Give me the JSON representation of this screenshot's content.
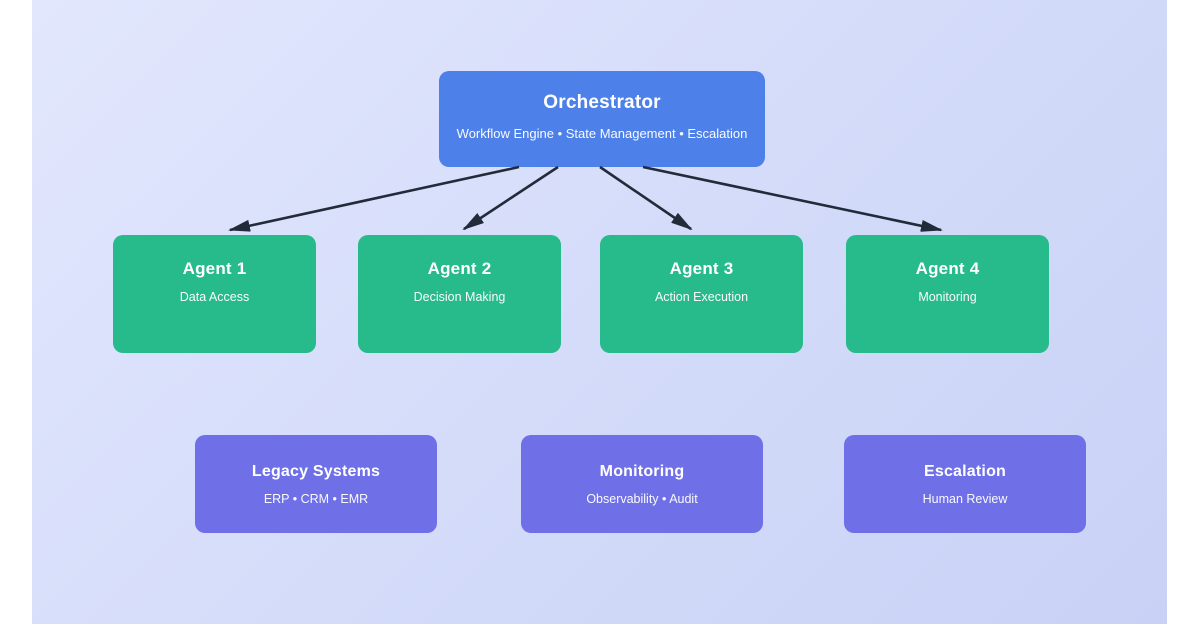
{
  "diagram": {
    "orchestrator": {
      "title": "Orchestrator",
      "subtitle": "Workflow Engine • State Management • Escalation"
    },
    "agents": [
      {
        "title": "Agent 1",
        "subtitle": "Data Access"
      },
      {
        "title": "Agent 2",
        "subtitle": "Decision Making"
      },
      {
        "title": "Agent 3",
        "subtitle": "Action Execution"
      },
      {
        "title": "Agent 4",
        "subtitle": "Monitoring"
      }
    ],
    "supports": [
      {
        "title": "Legacy Systems",
        "subtitle": "ERP • CRM • EMR"
      },
      {
        "title": "Monitoring",
        "subtitle": "Observability • Audit"
      },
      {
        "title": "Escalation",
        "subtitle": "Human Review"
      }
    ],
    "edges": [
      {
        "from": "Orchestrator",
        "to": "Agent 1"
      },
      {
        "from": "Orchestrator",
        "to": "Agent 2"
      },
      {
        "from": "Orchestrator",
        "to": "Agent 3"
      },
      {
        "from": "Orchestrator",
        "to": "Agent 4"
      }
    ],
    "colors": {
      "orchestrator": "#4d80e8",
      "agent": "#27ba8b",
      "support": "#6f70e8",
      "arrow": "#222b3a",
      "bg_from": "#e2e7fd",
      "bg_mid": "#d2daf9",
      "bg_to": "#c9d2f6"
    }
  }
}
